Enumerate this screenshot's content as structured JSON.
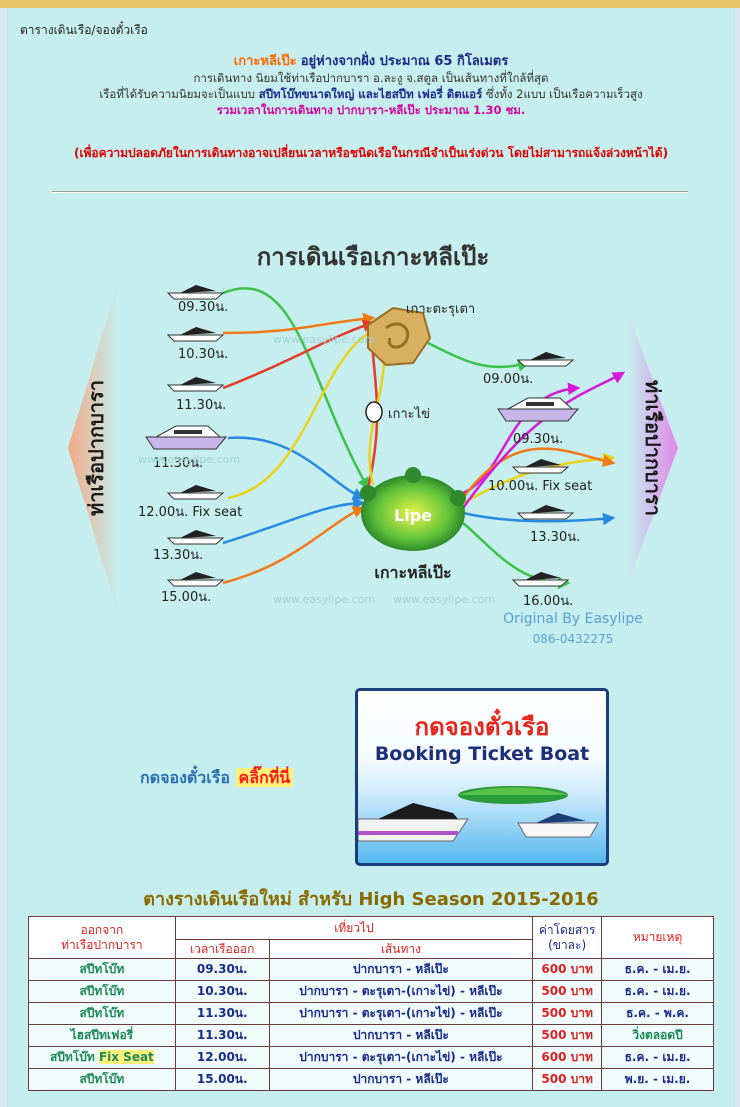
{
  "section_title": "ตารางเดินเรือ/จองตั๋วเรือ",
  "intro": {
    "island": "เกาะหลีเป๊ะ",
    "line1_rest": "อยู่ห่างจากฝั่ง ประมาณ 65 กิโลเมตร",
    "line2": "การเดินทาง นิยมใช้ท่าเรือปากบารา อ.ละงู จ.สตูล เป็นเส้นทางที่ใกล้ที่สุด",
    "line3_a": "เรือที่ได้รับความนิยมจะเป็นแบบ",
    "line3_b": "สปีทโบ๊ทขนาดใหญ่ และไฮสปีท เฟอรี่ ดิตแอร์",
    "line3_c": "ซึ่งทั้ง 2แบบ เป็นเรือความเร็วสูง",
    "line4": "รวมเวลาในการเดินทาง ปากบารา-หลีเป๊ะ ประมาณ 1.30 ชม."
  },
  "warning": "(เพื่อความปลอดภัยในการเดินทางอาจเปลี่ยนเวลาหรือชนิดเรือในกรณีจำเป็นเร่งด่วน โดยไม่สามารถแจ้งล่วงหน้าได้)",
  "map": {
    "title": "การเดินเรือเกาะหลีเป๊ะ",
    "left_pier": "ท่าเรือปากบารา",
    "right_pier": "ท่าเรือปากบารา",
    "tarutao": "เกาะตะรุเตา",
    "khai": "เกาะไข่",
    "lipe": "Lipe",
    "lipe_th": "เกาะหลีเป๊ะ",
    "watermark": "www.easylipe.com",
    "credit": "Original By Easylipe",
    "phone": "086-0432275",
    "outbound_times": [
      "09.30น.",
      "10.30น.",
      "11.30น.",
      "11.30น.",
      "12.00น. Fix seat",
      "13.30น.",
      "15.00น."
    ],
    "return_times": [
      "09.00น.",
      "09.30น.",
      "10.00น. Fix seat",
      "13.30น.",
      "16.00น."
    ],
    "colors": {
      "green": "#3cc24a",
      "orange": "#f07a1a",
      "red": "#e43a2a",
      "blue": "#2a8adf",
      "yellow": "#e8d21a",
      "magenta": "#d41ad6",
      "title": "#333333"
    }
  },
  "booking": {
    "prefix": "กดจองตั๋วเรือ",
    "cta": "คลิ๊กที่นี่",
    "banner_th": "กดจองตั๋วเรือ",
    "banner_en": "Booking Ticket Boat"
  },
  "schedule": {
    "title": "ตางรางเดินเรือใหม่ สำหรับ High Season 2015-2016",
    "headers": {
      "from": "ออกจาก",
      "from2": "ท่าเรือปากบารา",
      "trip": "เที่ยวไป",
      "depart": "เวลาเรือออก",
      "route": "เส้นทาง",
      "fare": "ค่าโดยสาร",
      "fare2": "(ขาละ)",
      "note": "หมายเหตุ"
    },
    "rows": [
      {
        "boat": "สปีทโบ๊ท",
        "fix": "",
        "time": "09.30น.",
        "route": "ปากบารา - หลีเป๊ะ",
        "fare": "600 บาท",
        "note": "ธ.ค. - เม.ย."
      },
      {
        "boat": "สปีทโบ๊ท",
        "fix": "",
        "time": "10.30น.",
        "route": "ปากบารา - ตะรุเตา-(เกาะไข่) - หลีเป๊ะ",
        "fare": "500 บาท",
        "note": "ธ.ค. - เม.ย."
      },
      {
        "boat": "สปีทโบ๊ท",
        "fix": "",
        "time": "11.30น.",
        "route": "ปากบารา - ตะรุเตา-(เกาะไข่) - หลีเป๊ะ",
        "fare": "500 บาท",
        "note": "ธ.ค. - พ.ค."
      },
      {
        "boat": "ไฮสปีทเฟอรี่",
        "fix": "",
        "time": "11.30น.",
        "route": "ปากบารา - หลีเป๊ะ",
        "fare": "500 บาท",
        "note": "วิ่งตลอดปี"
      },
      {
        "boat": "สปีทโบ๊ท",
        "fix": "Fix Seat",
        "time": "12.00น.",
        "route": "ปากบารา - ตะรุเตา-(เกาะไข่) - หลีเป๊ะ",
        "fare": "600 บาท",
        "note": "ธ.ค. - เม.ย."
      },
      {
        "boat": "สปีทโบ๊ท",
        "fix": "",
        "time": "15.00น.",
        "route": "ปากบารา  - หลีเป๊ะ",
        "fare": "500 บาท",
        "note": "พ.ย. - เม.ย."
      }
    ]
  }
}
